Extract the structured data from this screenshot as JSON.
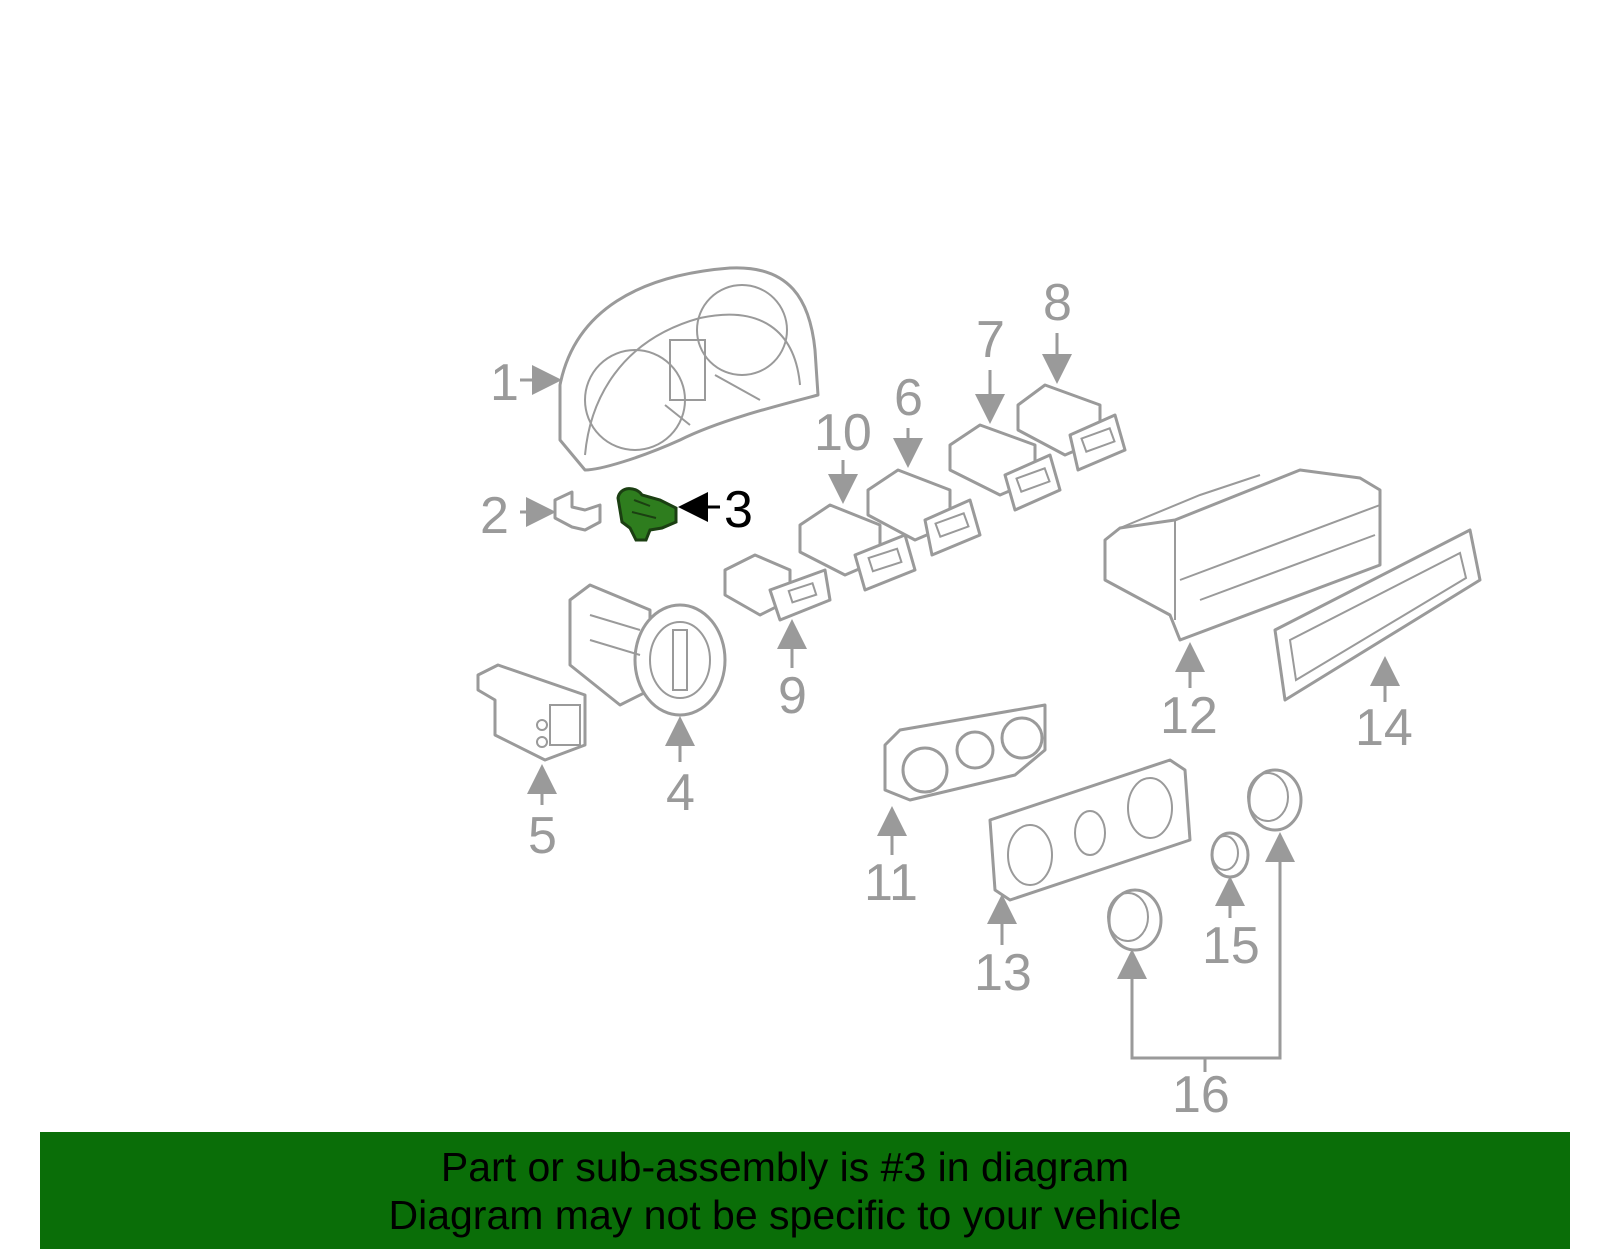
{
  "diagram": {
    "highlight_color": "#2e7d1e",
    "line_color": "#9a9a9a",
    "callouts": [
      "1",
      "2",
      "3",
      "4",
      "5",
      "6",
      "7",
      "8",
      "9",
      "10",
      "11",
      "12",
      "13",
      "14",
      "15",
      "16"
    ],
    "highlighted_callout": "3"
  },
  "banner": {
    "background": "#0a6e08",
    "line1": "Part or sub-assembly is #3 in diagram",
    "line2": "Diagram may not be specific to your vehicle"
  }
}
